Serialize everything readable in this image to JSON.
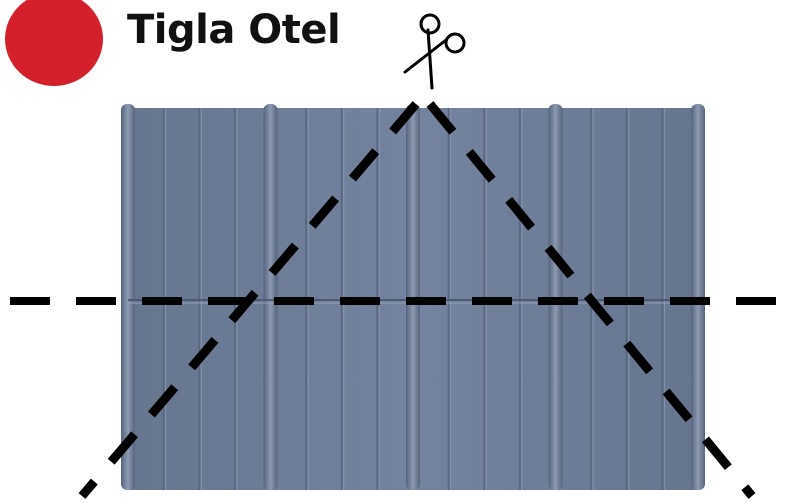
{
  "brand": {
    "name": "Tigla Otel",
    "dot_color": "#d4202a"
  },
  "sheet": {
    "color": "#6f7f99",
    "panel_count": 4,
    "row_count": 2
  },
  "cut_lines": {
    "style": "dashed",
    "color": "#000000",
    "icon": "scissors-icon"
  }
}
